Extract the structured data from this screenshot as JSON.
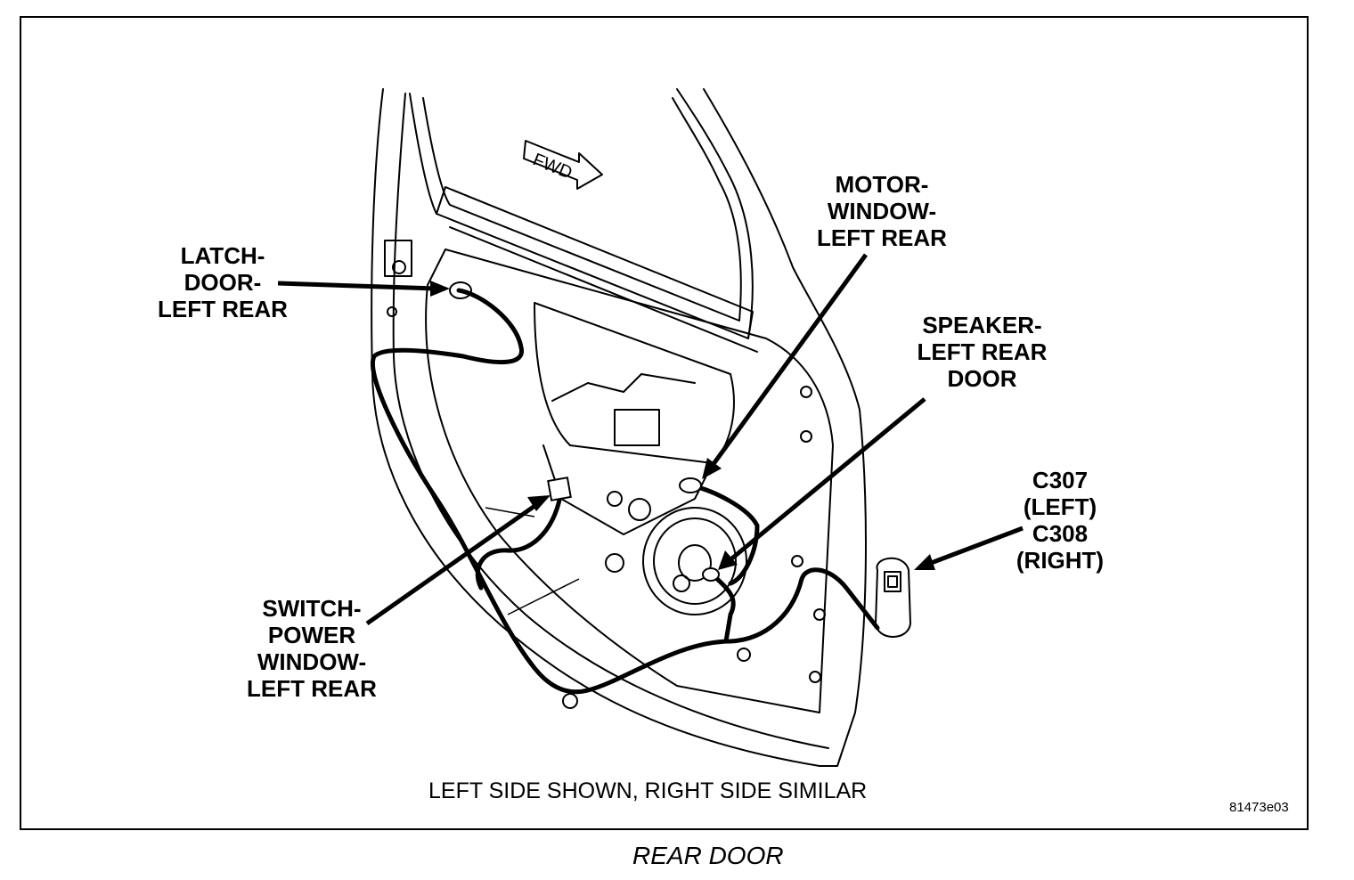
{
  "labels": {
    "latch": [
      "LATCH-",
      "DOOR-",
      "LEFT REAR"
    ],
    "motor": [
      "MOTOR-",
      "WINDOW-",
      "LEFT REAR"
    ],
    "speaker": [
      "SPEAKER-",
      "LEFT REAR",
      "DOOR"
    ],
    "connector": [
      "C307",
      "(LEFT)",
      "C308",
      "(RIGHT)"
    ],
    "switch": [
      "SWITCH-",
      "POWER",
      "WINDOW-",
      "LEFT REAR"
    ]
  },
  "fwd_label": "FWD",
  "note": "LEFT SIDE SHOWN, RIGHT SIDE SIMILAR",
  "figure_code": "81473e03",
  "caption": "REAR DOOR",
  "colors": {
    "ink": "#000000",
    "paper": "#ffffff"
  }
}
